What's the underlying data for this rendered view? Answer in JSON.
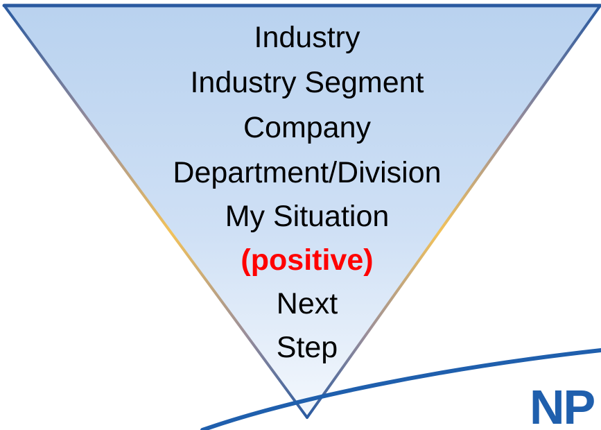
{
  "funnel": {
    "levels": [
      "Industry",
      "Industry Segment",
      "Company",
      "Department/Division",
      "My Situation",
      "(positive)",
      "Next",
      "Step"
    ],
    "highlight_level": "(positive)"
  },
  "logo": {
    "text": "NP"
  },
  "colors": {
    "funnel_fill_top": "#b9d2ef",
    "funnel_fill_bottom": "#f4f8fd",
    "funnel_border_top": "#2a5aa0",
    "funnel_border_mid": "#f2c25a",
    "swoosh": "#1f5fad",
    "highlight_text": "#ff0000",
    "logo": "#1f5fad"
  }
}
